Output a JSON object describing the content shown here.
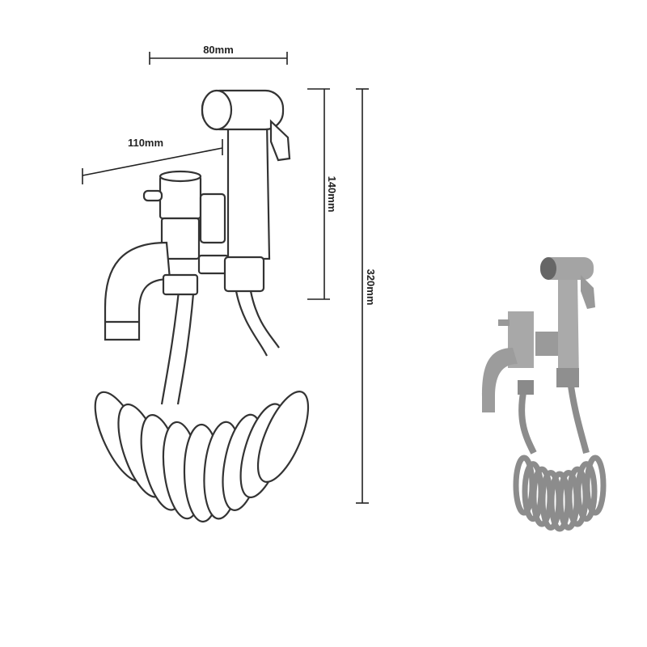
{
  "dimensions": {
    "width_top": "80mm",
    "depth": "110mm",
    "sprayer_height": "140mm",
    "total_height": "320mm"
  },
  "colors": {
    "line": "#333333",
    "photo_metal": "#9a9a9a",
    "photo_hose": "#8c8c8c"
  }
}
